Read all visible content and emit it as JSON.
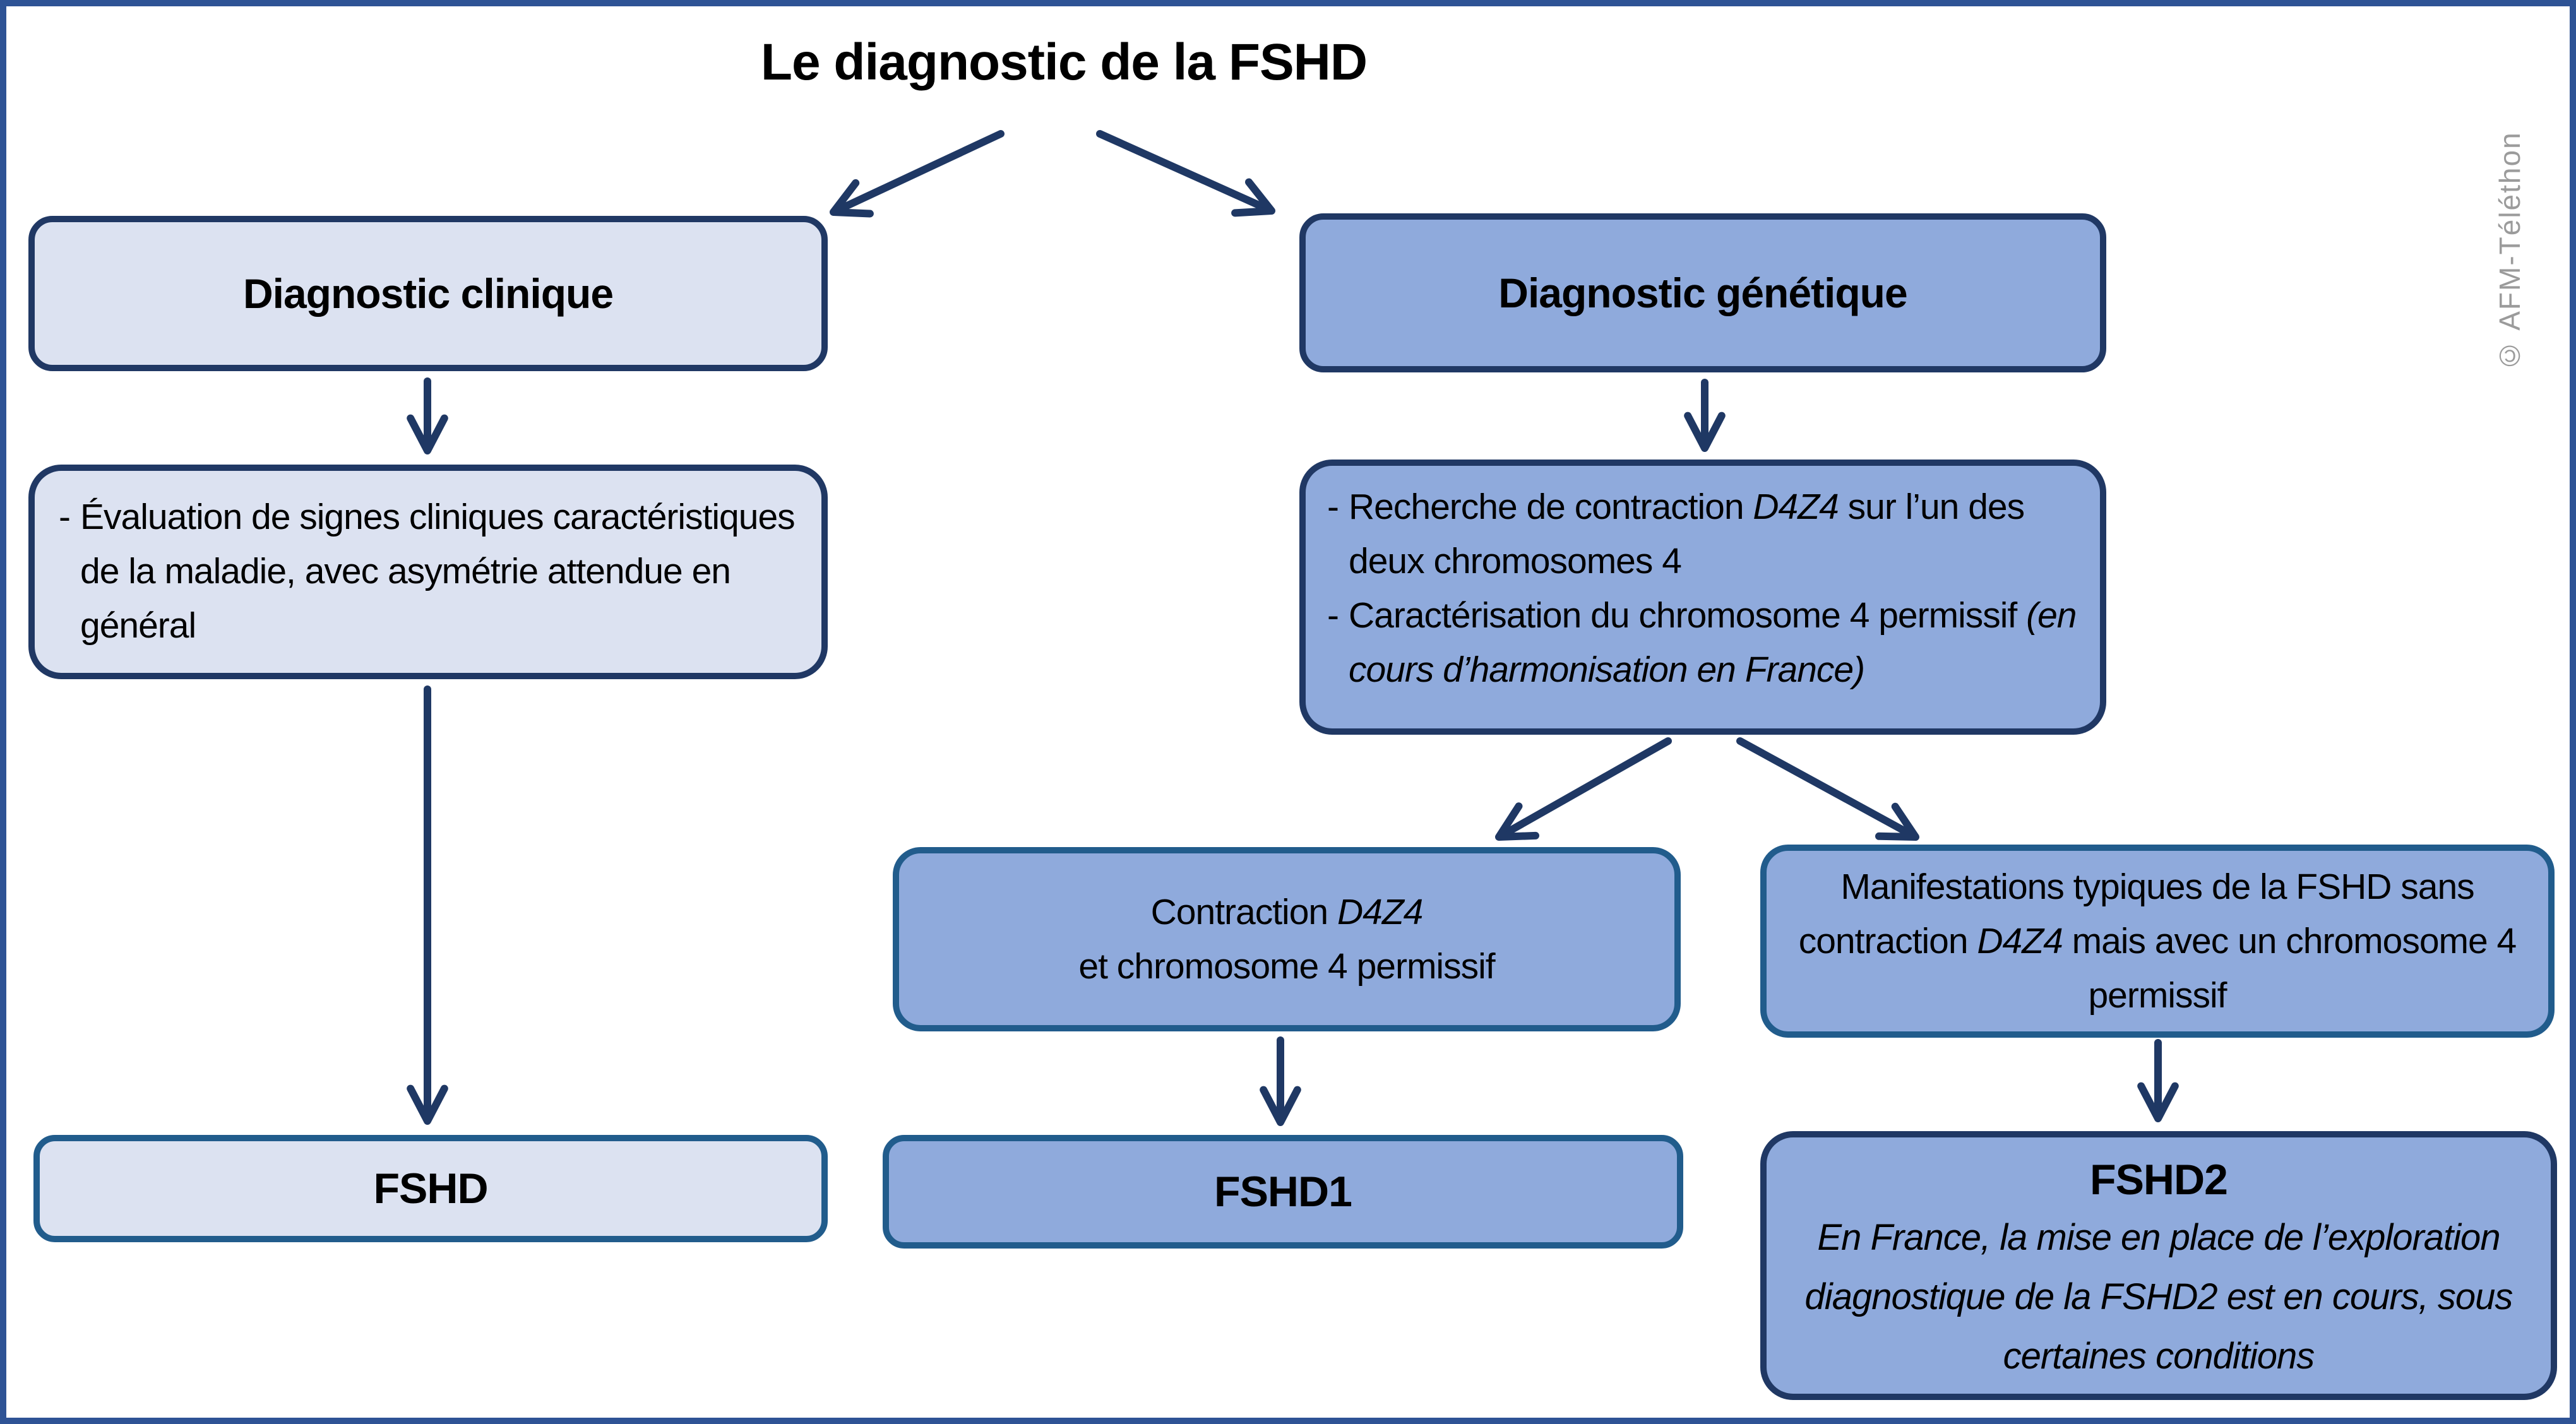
{
  "page": {
    "title": "Le diagnostic de la FSHD",
    "watermark": "© AFM-Téléthon"
  },
  "colors": {
    "frame": "#2E5395",
    "navy_border": "#203864",
    "steel_border": "#215C8C",
    "light_fill": "#DCE2F1",
    "medium_fill": "#8FAADC",
    "arrow": "#1F3864"
  },
  "boxes": {
    "clinical_header": {
      "label": "Diagnostic clinique"
    },
    "genetic_header": {
      "label": "Diagnostic génétique"
    },
    "clinical_detail": {
      "bullets": [
        [
          {
            "t": "Évaluation de signes cliniques caractéristiques de la maladie, avec asymétrie attendue en général",
            "i": false
          }
        ]
      ]
    },
    "genetic_detail": {
      "bullets": [
        [
          {
            "t": "Recherche de contraction ",
            "i": false
          },
          {
            "t": "D4Z4",
            "i": true
          },
          {
            "t": " sur l’un des deux chromosomes 4",
            "i": false
          }
        ],
        [
          {
            "t": "Caractérisation du chromosome 4 permissif ",
            "i": false
          },
          {
            "t": "(en cours d’harmonisation en France)",
            "i": true
          }
        ]
      ]
    },
    "contraction_result": {
      "lines": [
        [
          {
            "t": "Contraction ",
            "i": false
          },
          {
            "t": "D4Z4",
            "i": true
          }
        ],
        [
          {
            "t": "et chromosome 4 permissif",
            "i": false
          }
        ]
      ]
    },
    "manifestations_result": {
      "lines": [
        [
          {
            "t": "Manifestations typiques de la FSHD sans contraction ",
            "i": false
          },
          {
            "t": "D4Z4",
            "i": true
          },
          {
            "t": " mais avec un chromosome 4 permissif",
            "i": false
          }
        ]
      ]
    },
    "fshd": {
      "label": "FSHD"
    },
    "fshd1": {
      "label": "FSHD1"
    },
    "fshd2": {
      "label": "FSHD2",
      "note": "En France, la mise en place de l’exploration diagnostique de la FSHD2 est en cours, sous certaines conditions"
    }
  }
}
